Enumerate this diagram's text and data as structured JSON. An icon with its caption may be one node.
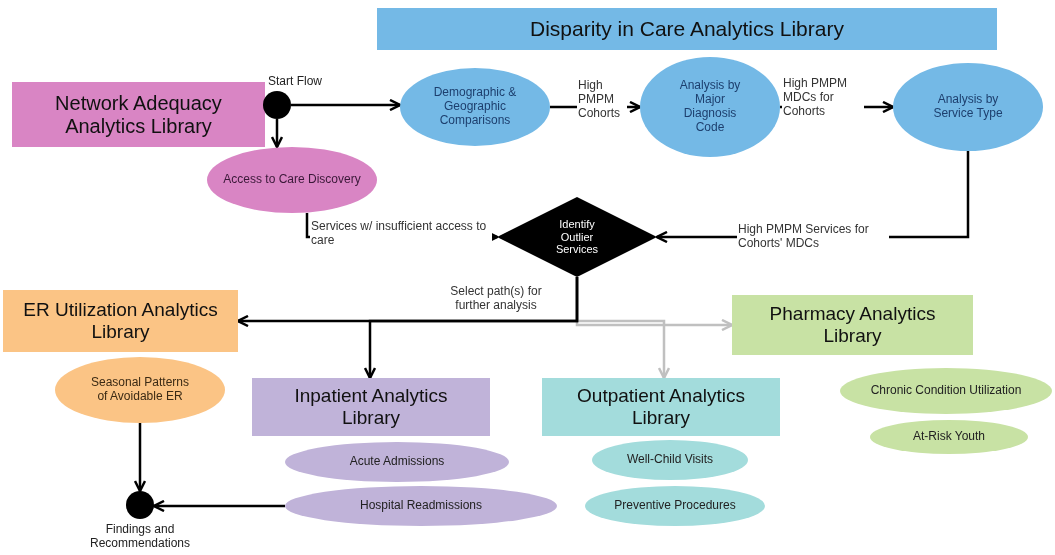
{
  "diagram": {
    "nodes": [
      {
        "text": [
          "Disparity in Care Analytics Library"
        ]
      },
      {
        "text": [
          "Network Adequacy Analytics Library"
        ]
      },
      {
        "text": [],
        "shape": "circle",
        "beside": [
          "Start Flow"
        ]
      },
      {
        "text": [
          "Demographic & Geographic Comparisons"
        ]
      },
      {
        "text": [
          "Analysis by Major Diagnosis Code"
        ]
      },
      {
        "text": [
          "Analysis by Service Type"
        ]
      },
      {
        "text": [
          "Access to Care Discovery"
        ]
      },
      {
        "text": [
          "Identify Outlier Services"
        ]
      },
      {
        "text": [
          "ER Utilization Analytics Library"
        ]
      },
      {
        "text": [
          "Pharmacy Analytics Library"
        ]
      },
      {
        "text": [
          "Seasonal Patterns of Avoidable ER"
        ]
      },
      {
        "text": [
          "Inpatient Analytics Library"
        ]
      },
      {
        "text": [
          "Outpatient Analytics Library"
        ]
      },
      {
        "text": [
          "Chronic Condition Utilization"
        ]
      },
      {
        "text": [
          "At-Risk Youth"
        ]
      },
      {
        "text": [
          "Acute Admissions"
        ]
      },
      {
        "text": [
          "Well-Child Visits"
        ]
      },
      {
        "text": [
          "Hospital Readmissions"
        ]
      },
      {
        "text": [
          "Preventive Procedures"
        ]
      },
      {
        "text": [],
        "shape": "circle",
        "beside": [
          "Findings and Recommendations"
        ]
      }
    ],
    "edges": [
      {
        "from": 2,
        "to": 3,
        "arrow": "to"
      },
      {
        "from": 2,
        "to": 6,
        "arrow": "to"
      },
      {
        "from": 3,
        "to": 4,
        "arrow": "to",
        "label": "High PMPM Cohorts"
      },
      {
        "from": 4,
        "to": 5,
        "arrow": "to",
        "label": "High PMPM MDCs for Cohorts"
      },
      {
        "from": 6,
        "to": 7,
        "arrow": "to",
        "label": "Services w/ insufficient access to care"
      },
      {
        "from": 5,
        "to": 7,
        "arrow": "to",
        "label": "High PMPM Services for Cohorts' MDCs"
      },
      {
        "from": 7,
        "to": 8,
        "arrow": "to",
        "label": "Select path(s) for further analysis"
      },
      {
        "from": 7,
        "to": 11,
        "arrow": "to"
      },
      {
        "from": 7,
        "to": 12,
        "arrow": "to",
        "color": "#c0c0c0"
      },
      {
        "from": 7,
        "to": 9,
        "arrow": "to",
        "color": "#c0c0c0"
      },
      {
        "from": 10,
        "to": 19,
        "arrow": "to"
      },
      {
        "from": 17,
        "to": 19,
        "arrow": "to"
      }
    ]
  }
}
